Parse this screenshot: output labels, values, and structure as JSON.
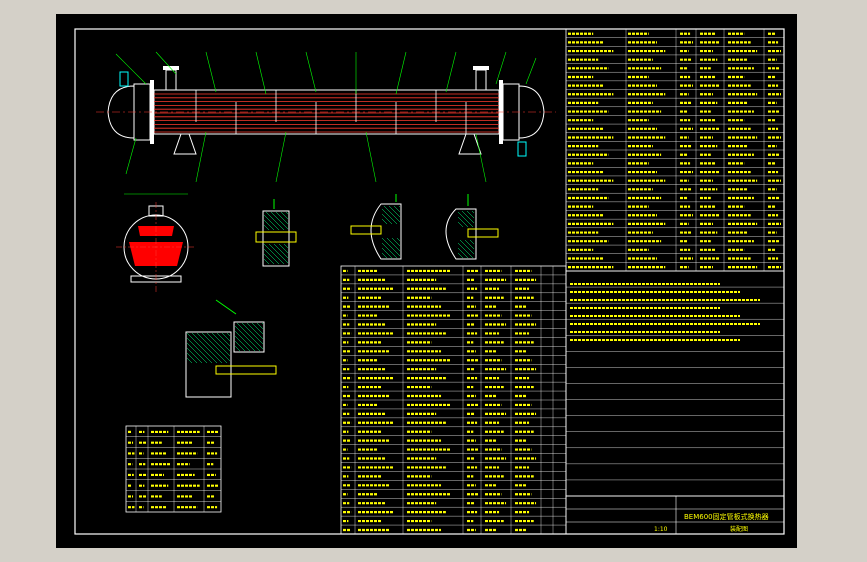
{
  "colors": {
    "background": "#000000",
    "border": "#ffffff",
    "table_lines": "#ffffff",
    "text_yellow": "#ffff00",
    "tubes": "#ff3a2e",
    "shell_outline": "#ffffff",
    "leader_green": "#00ff00",
    "nozzle_cyan": "#00ffff",
    "section_fill": "#ff0000",
    "hatch": "#00ff80",
    "window_frame": "#d4d0c8"
  },
  "title_block": {
    "drawing_title": "BEM600固定管板式换热器",
    "doc_type": "装配图",
    "scale": "1:10"
  }
}
